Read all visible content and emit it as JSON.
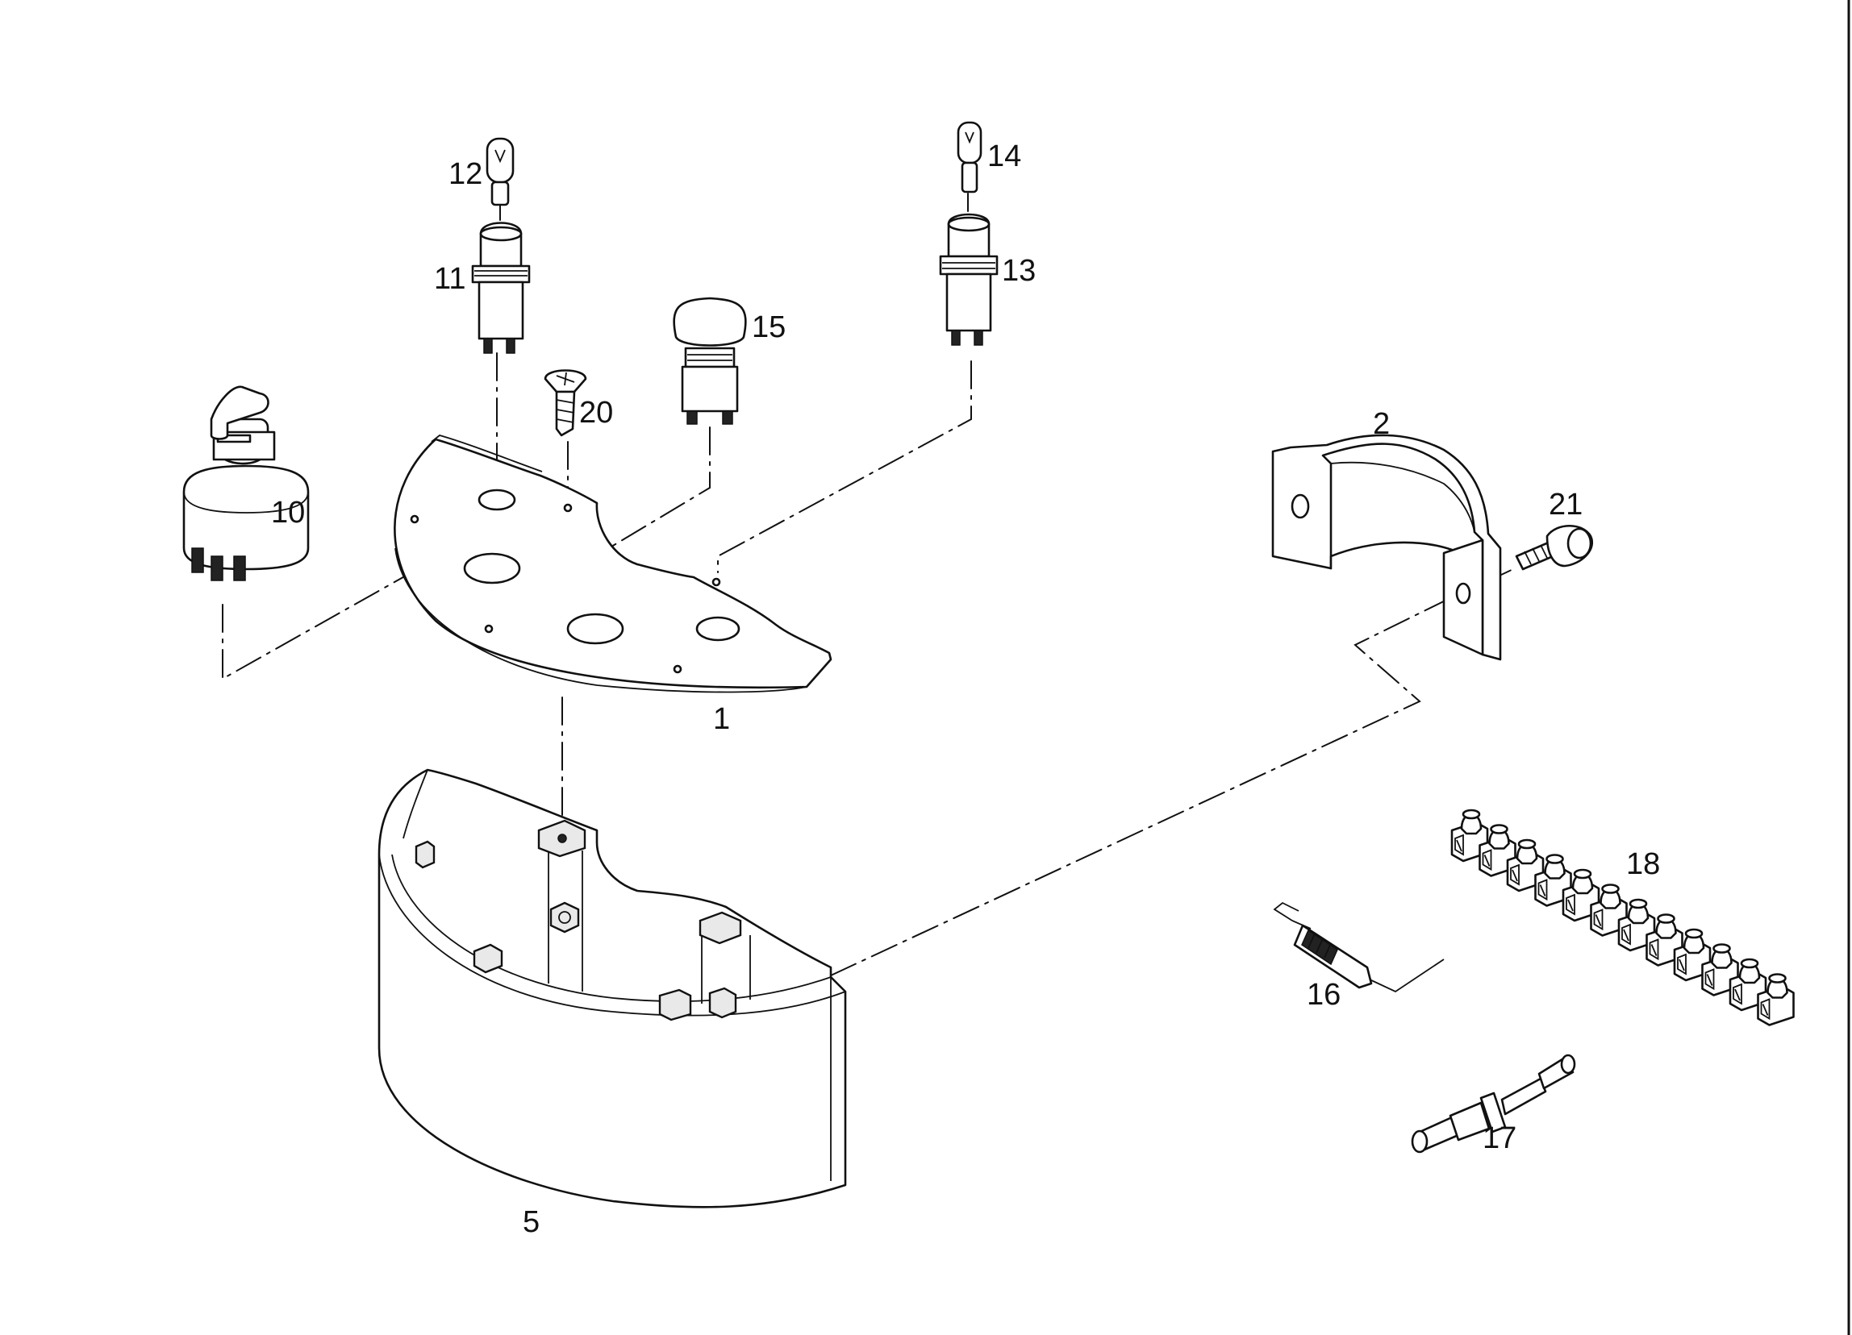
{
  "diagram": {
    "callouts": {
      "p1": "1",
      "p2": "2",
      "p5": "5",
      "p10": "10",
      "p11": "11",
      "p12": "12",
      "p13": "13",
      "p14": "14",
      "p15": "15",
      "p16": "16",
      "p17": "17",
      "p18": "18",
      "p20": "20",
      "p21": "21"
    }
  }
}
